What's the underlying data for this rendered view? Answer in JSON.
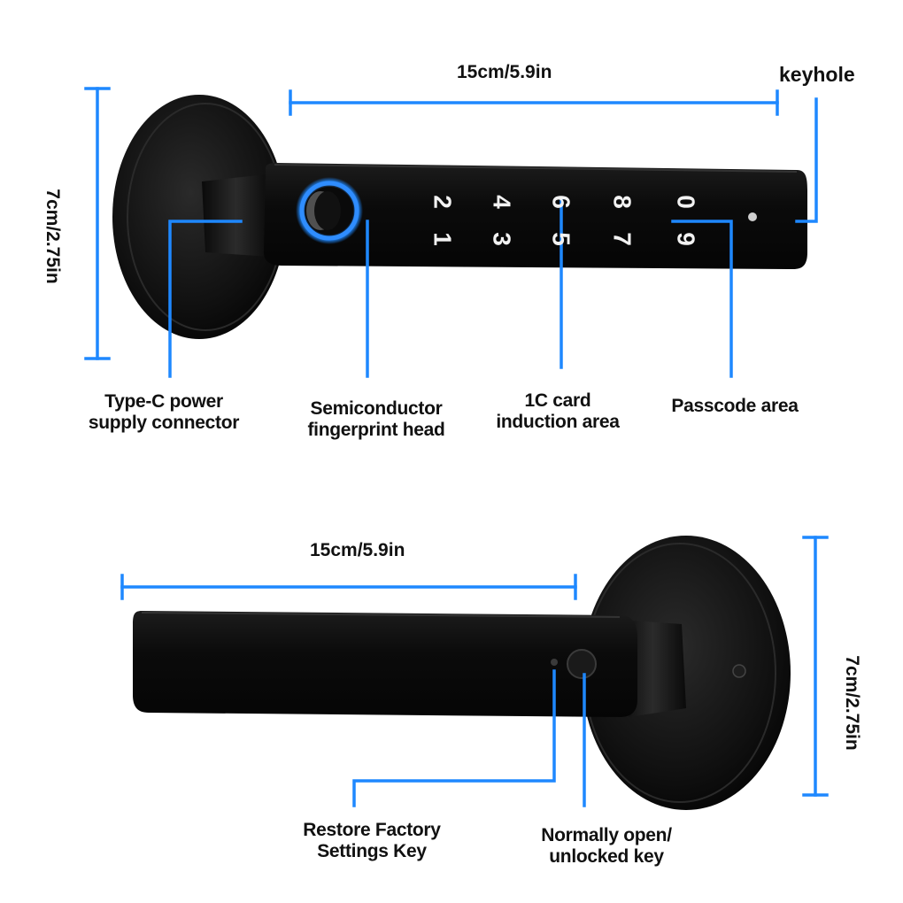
{
  "top": {
    "width_label": "15cm/5.9in",
    "height_label": "7cm/2.75in",
    "keyhole_label": "keyhole",
    "keypad": {
      "upper_row": [
        "2",
        "4",
        "6",
        "8",
        "0"
      ],
      "lower_row": [
        "1",
        "3",
        "5",
        "7",
        "9"
      ]
    },
    "callouts": {
      "type_c": [
        "Type-C power",
        "supply connector"
      ],
      "fingerprint": [
        "Semiconductor",
        "fingerprint head"
      ],
      "card": [
        "1C card",
        "induction area"
      ],
      "passcode": [
        "Passcode area"
      ]
    }
  },
  "bottom": {
    "width_label": "15cm/5.9in",
    "height_label": "7cm/2.75in",
    "callouts": {
      "restore": [
        "Restore Factory",
        "Settings Key"
      ],
      "unlock": [
        "Normally open/",
        "unlocked key"
      ]
    }
  },
  "colors": {
    "accent": "#1e88ff",
    "body": "#0d0d0d",
    "text": "#111111"
  }
}
